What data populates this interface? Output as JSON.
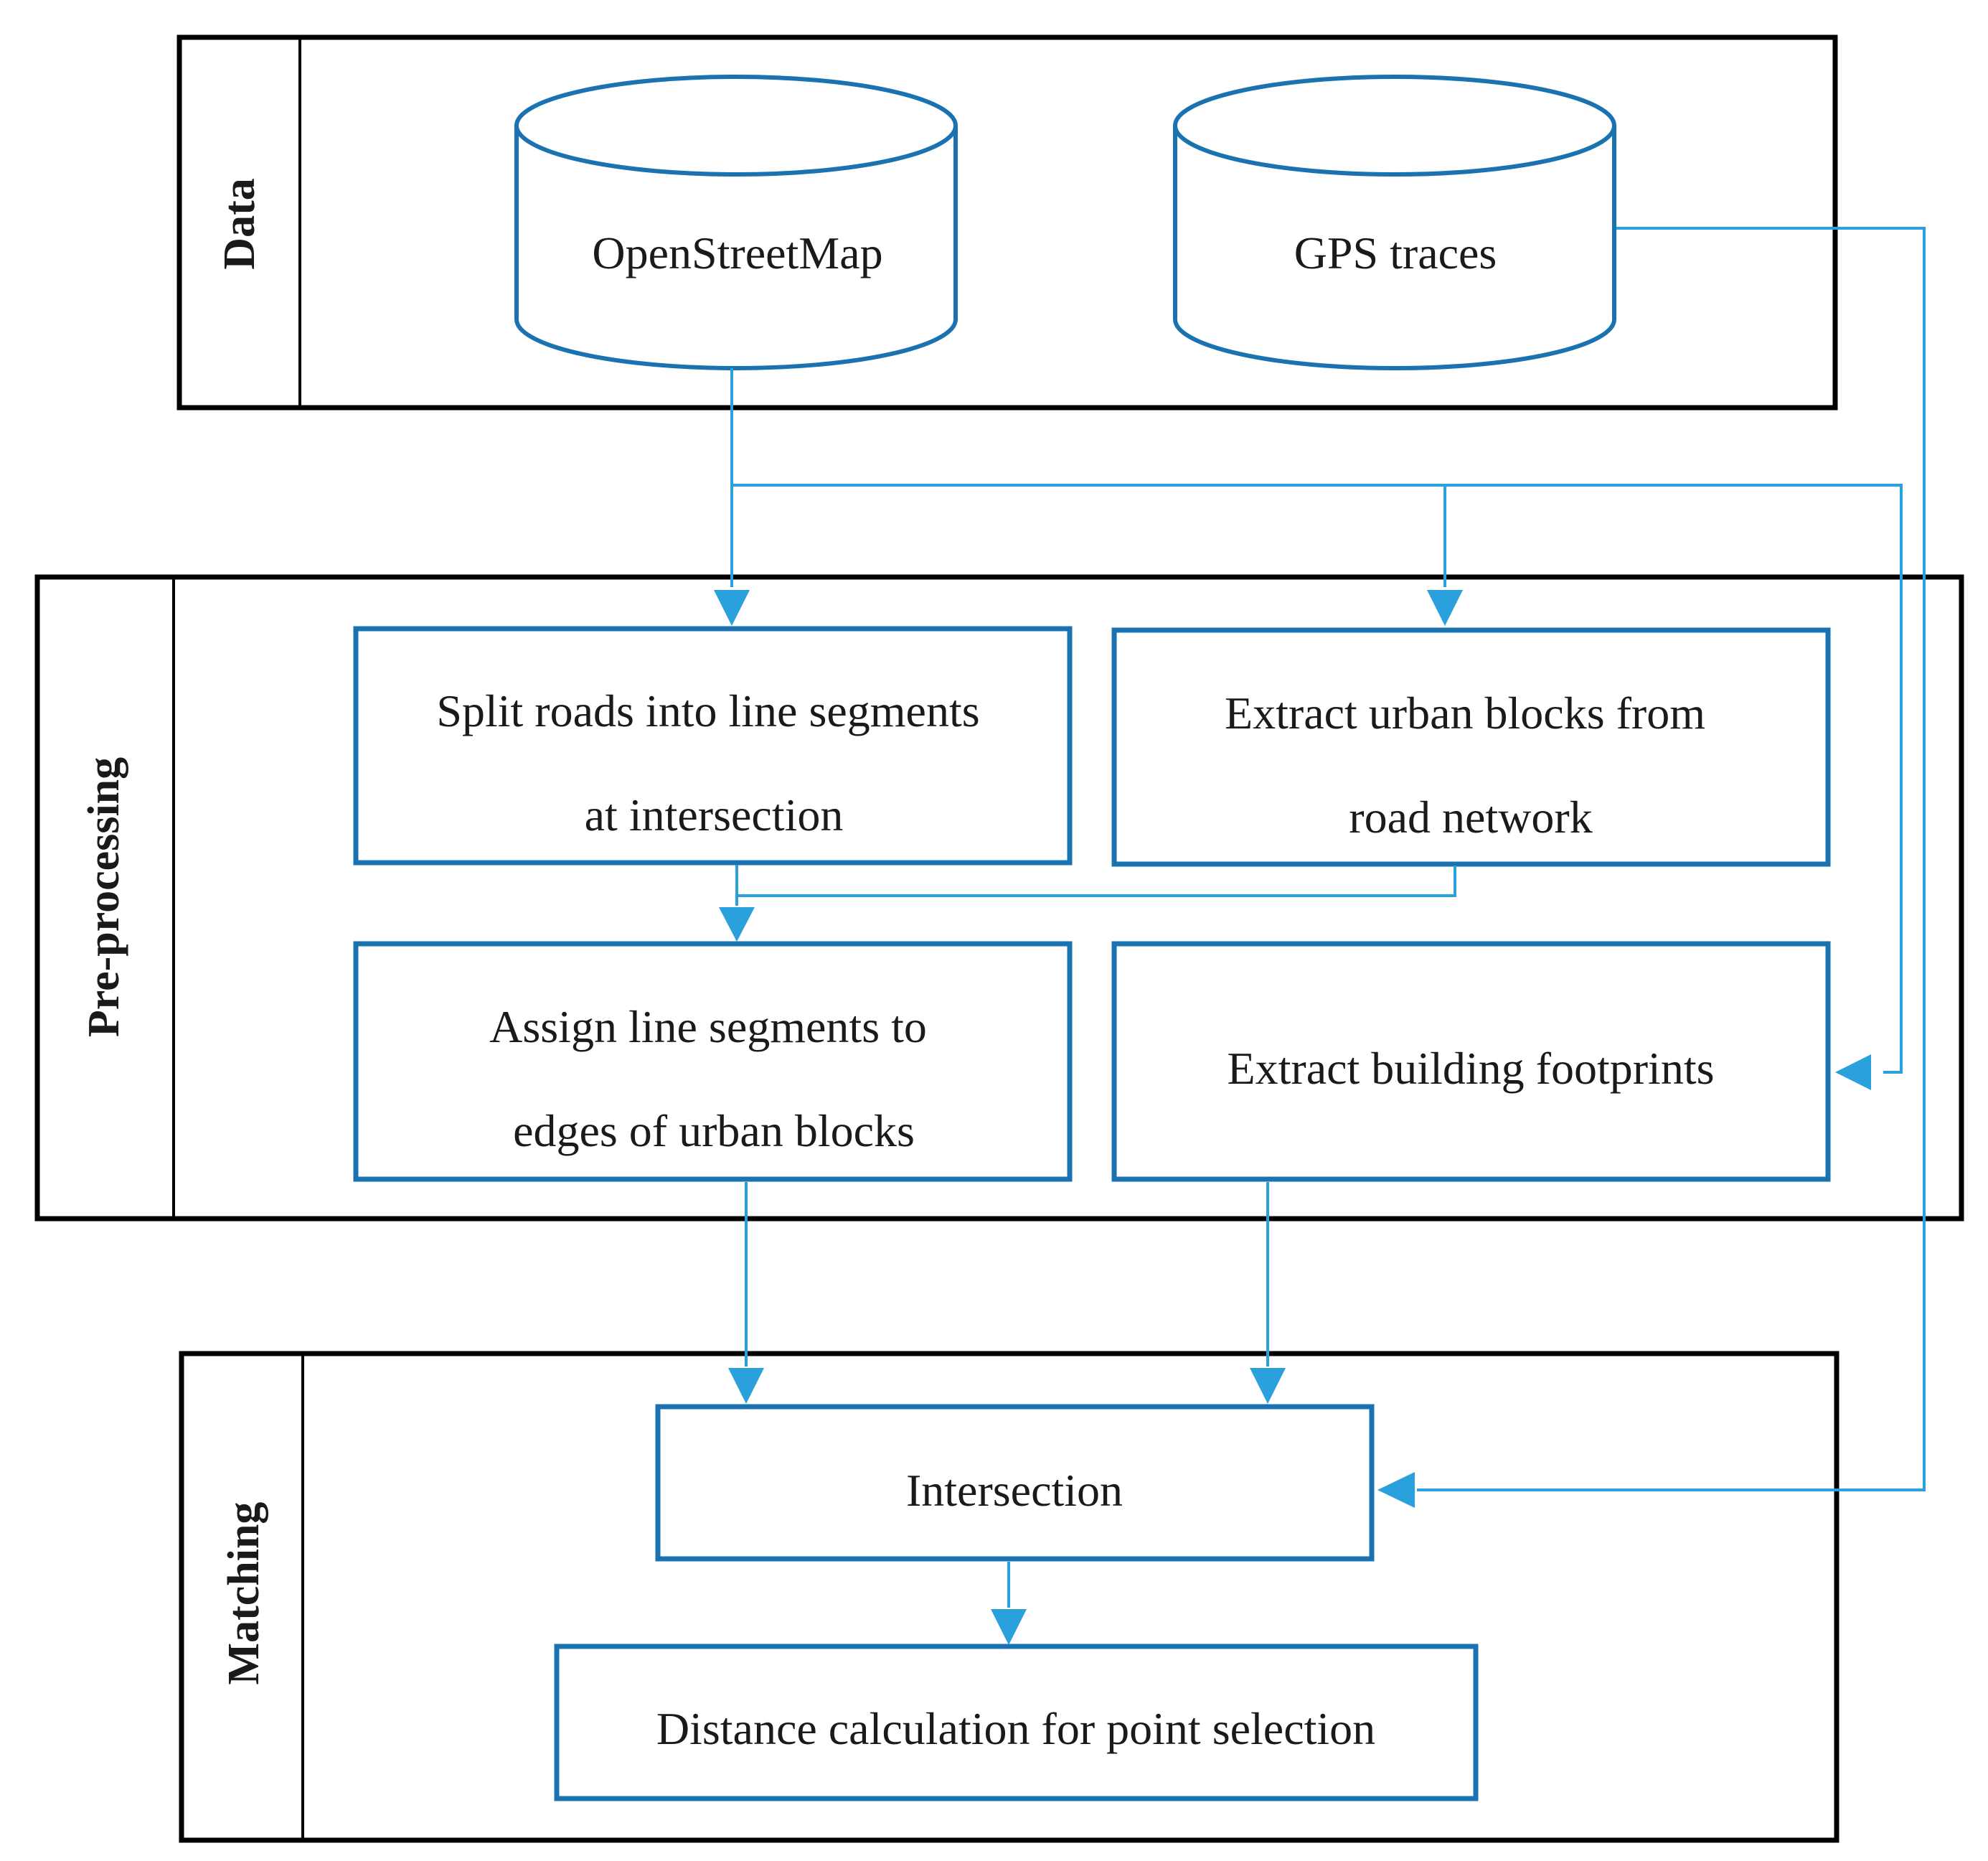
{
  "colors": {
    "frame": "#000000",
    "node_border": "#1a73b0",
    "connector": "#2aa0dc",
    "text": "#1a1a1a"
  },
  "sections": {
    "data": "Data",
    "preprocessing": "Pre-processing",
    "matching": "Matching"
  },
  "nodes": {
    "osm": [
      "OpenStreetMap"
    ],
    "gps": [
      "GPS traces"
    ],
    "split": [
      "Split roads into line segments",
      "at intersection"
    ],
    "extract_blocks": [
      "Extract urban blocks from",
      "road network"
    ],
    "assign": [
      "Assign line segments to",
      "edges of urban blocks"
    ],
    "extract_buildings": [
      "Extract building footprints"
    ],
    "intersection": [
      "Intersection"
    ],
    "distance": [
      "Distance calculation for point selection"
    ]
  }
}
